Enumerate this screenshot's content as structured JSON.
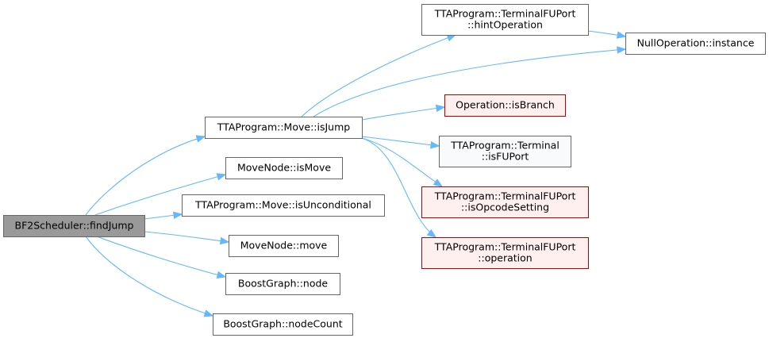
{
  "colors": {
    "root_fill": "#999999",
    "root_stroke": "#666666",
    "normal_fill": "#ffffff",
    "normal_stroke": "#666666",
    "alt_fill": "#f9fafb",
    "red_fill": "#fff0f0",
    "red_stroke": "#b30000",
    "edge": "#63b8ff"
  },
  "graph": {
    "nodes": {
      "findJump": {
        "lines": [
          "BF2Scheduler::findJump"
        ],
        "style": "root"
      },
      "isJump": {
        "lines": [
          "TTAProgram::Move::isJump"
        ],
        "style": "normal"
      },
      "isMove": {
        "lines": [
          "MoveNode::isMove"
        ],
        "style": "normal"
      },
      "isUnconditional": {
        "lines": [
          "TTAProgram::Move::isUnconditional"
        ],
        "style": "normal"
      },
      "move": {
        "lines": [
          "MoveNode::move"
        ],
        "style": "normal"
      },
      "node": {
        "lines": [
          "BoostGraph::node"
        ],
        "style": "normal"
      },
      "nodeCount": {
        "lines": [
          "BoostGraph::nodeCount"
        ],
        "style": "normal"
      },
      "hintOperation": {
        "lines": [
          "TTAProgram::TerminalFUPort",
          "::hintOperation"
        ],
        "style": "normal"
      },
      "nullInstance": {
        "lines": [
          "NullOperation::instance"
        ],
        "style": "normal"
      },
      "isBranch": {
        "lines": [
          "Operation::isBranch"
        ],
        "style": "red"
      },
      "isFUPort": {
        "lines": [
          "TTAProgram::Terminal",
          "::isFUPort"
        ],
        "style": "alt"
      },
      "isOpcodeSetting": {
        "lines": [
          "TTAProgram::TerminalFUPort",
          "::isOpcodeSetting"
        ],
        "style": "red"
      },
      "operation": {
        "lines": [
          "TTAProgram::TerminalFUPort",
          "::operation"
        ],
        "style": "red"
      }
    },
    "edges": [
      [
        "findJump",
        "isJump"
      ],
      [
        "findJump",
        "isMove"
      ],
      [
        "findJump",
        "isUnconditional"
      ],
      [
        "findJump",
        "move"
      ],
      [
        "findJump",
        "node"
      ],
      [
        "findJump",
        "nodeCount"
      ],
      [
        "isJump",
        "hintOperation"
      ],
      [
        "isJump",
        "nullInstance"
      ],
      [
        "isJump",
        "isBranch"
      ],
      [
        "isJump",
        "isFUPort"
      ],
      [
        "isJump",
        "isOpcodeSetting"
      ],
      [
        "isJump",
        "operation"
      ],
      [
        "hintOperation",
        "nullInstance"
      ]
    ]
  }
}
